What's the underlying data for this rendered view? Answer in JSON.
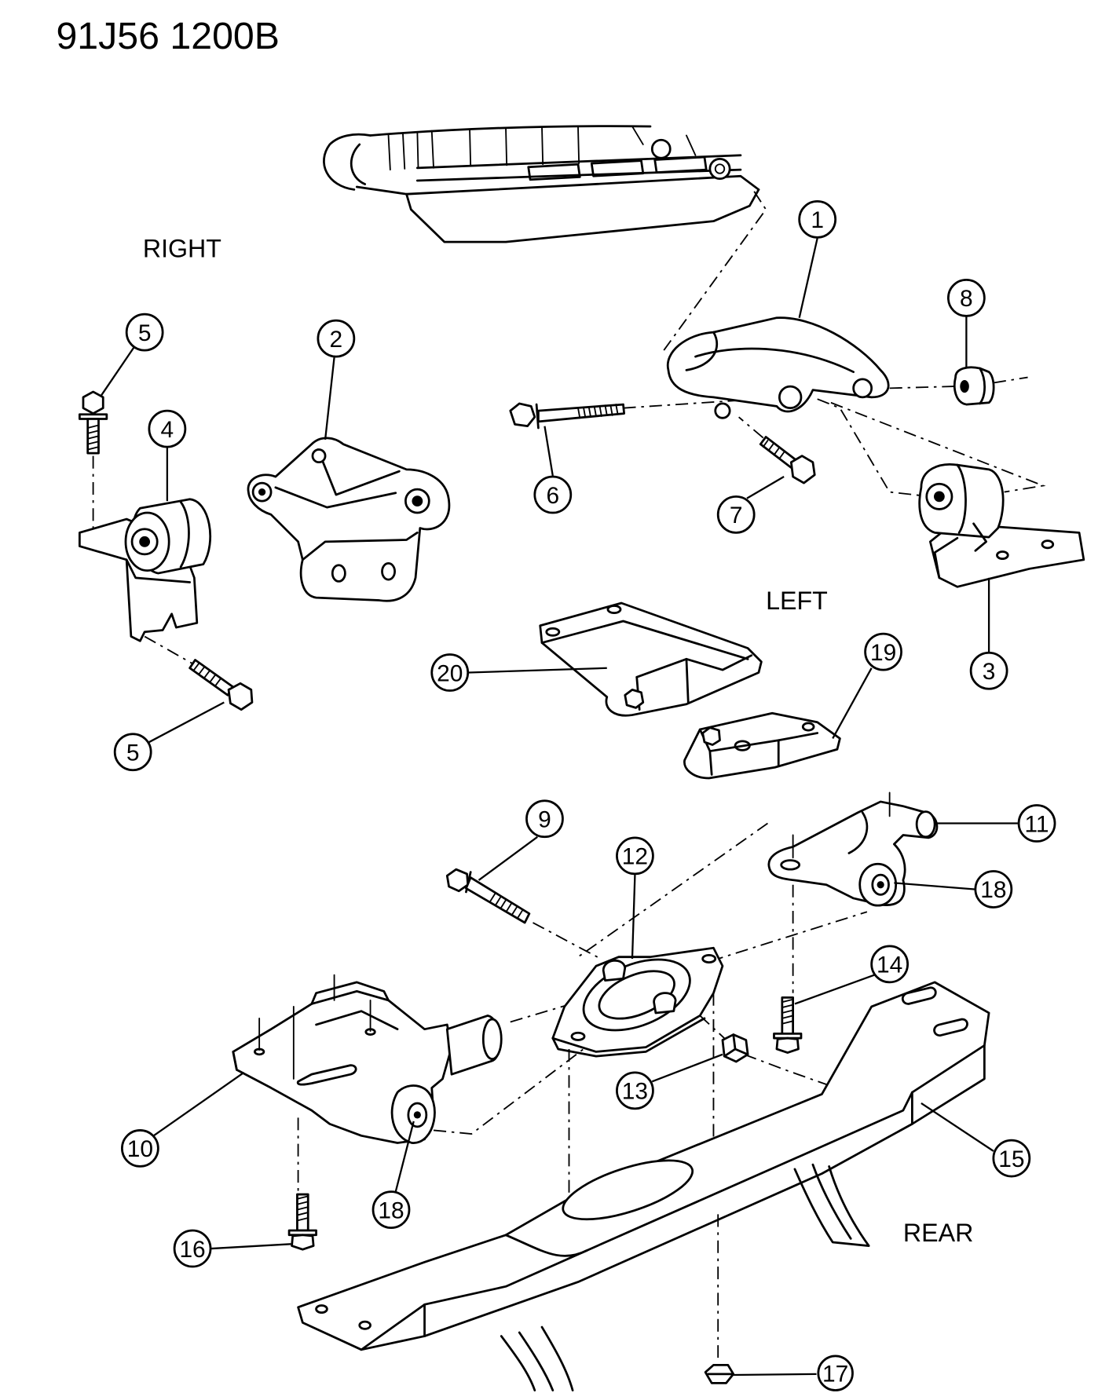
{
  "header": {
    "title": "91J56 1200B"
  },
  "labels": {
    "right": "RIGHT",
    "left": "LEFT",
    "rear": "REAR"
  },
  "callouts": [
    "1",
    "2",
    "3",
    "4",
    "5",
    "5",
    "6",
    "7",
    "8",
    "9",
    "10",
    "11",
    "12",
    "13",
    "14",
    "15",
    "16",
    "17",
    "18",
    "18",
    "19",
    "20"
  ]
}
